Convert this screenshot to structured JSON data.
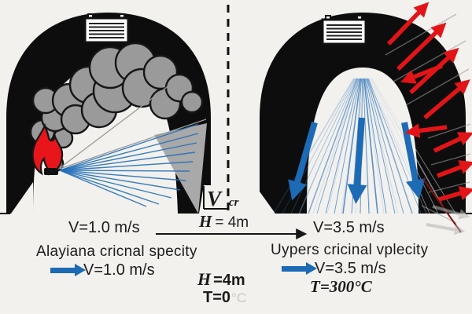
{
  "diagram": {
    "subject": "tunnel-fire-critical-velocity-comparison",
    "divider_label": {
      "symbol": "V",
      "subscript": "cr"
    },
    "left_tunnel": {
      "velocity_top": "V=1.0 m/s",
      "caption": "Alayiana cricnal specity",
      "velocity_caption": "V=1.0 m/s"
    },
    "right_tunnel": {
      "velocity_top": "V=3.5 m/s",
      "caption": "Uypers cricinal vplecity",
      "velocity_caption": "V=3.5 m/s",
      "temperature": "T=300°C"
    },
    "center": {
      "height_arrow": {
        "symbol": "H",
        "value": "= 4m"
      },
      "height": {
        "symbol": "H",
        "value": "=4m"
      },
      "temperature": {
        "value": "T=0",
        "unit": "°C"
      }
    },
    "icons": {
      "left_fan": "ventilation-fan-icon",
      "right_fan": "ventilation-fan-icon",
      "fire": "fire-flame-icon",
      "smoke": "smoke-plume-icon",
      "airflow": "airflow-arrows-icon",
      "heat": "heat-exhaust-arrows-icon"
    },
    "colors": {
      "background": "#f2f1ee",
      "tunnel": "#0d0d0d",
      "smoke": "#9a9a9a",
      "fire": "#e8151b",
      "airflow_blue": "#1d6ab5",
      "heat_red": "#e31418",
      "road_gray": "#a9a9a9",
      "text": "#1c1c1c",
      "faded_unit": "#c9c9c4"
    }
  }
}
